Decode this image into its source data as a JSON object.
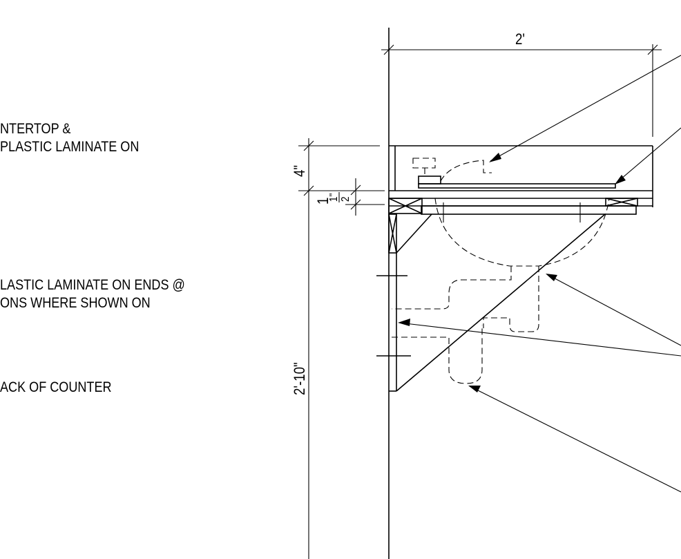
{
  "notes": [
    {
      "line1": "NTERTOP &",
      "line2": "PLASTIC LAMINATE ON"
    },
    {
      "line1": "LASTIC LAMINATE ON ENDS @",
      "line2": "ONS WHERE SHOWN ON"
    },
    {
      "line1": "ACK OF COUNTER",
      "line2": ""
    }
  ],
  "dimensions": {
    "top_width": "2'",
    "countertop_thickness": "4\"",
    "substrate_num": "1",
    "substrate_frac_num": "1\"",
    "substrate_frac_den": "2",
    "counter_height": "2'-10\""
  }
}
